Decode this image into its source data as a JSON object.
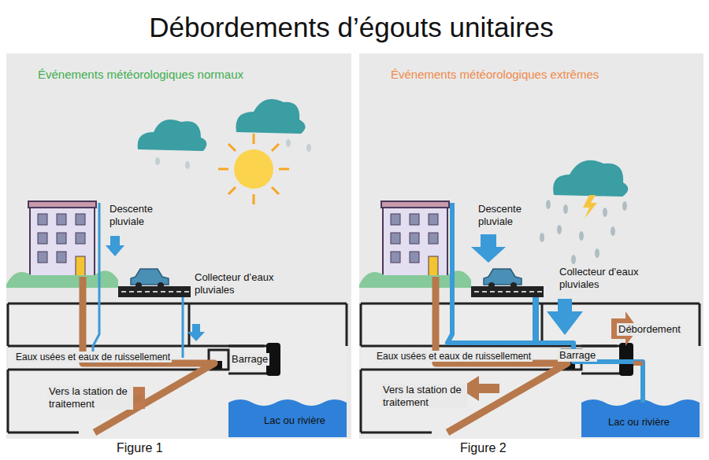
{
  "diagram": {
    "title": "Débordements d’égouts unitaires",
    "nodes": [
      {
        "text": [
          "Événements météorologiques normaux",
          "Figure 1"
        ]
      },
      {
        "text": [
          "Événements météorologiques extrêmes",
          "Figure 2"
        ]
      }
    ],
    "labels": [
      "Descente pluviale",
      "Collecteur d’eaux pluviales",
      "Eaux usées et eaux de ruissellement",
      "Barrage",
      "Vers la station de traitement",
      "Lac ou rivière",
      "Descente pluviale",
      "Collecteur d’eaux pluviales",
      "Débordement",
      "Eaux usées et eaux de ruissellement",
      "Barrage",
      "Vers la station de traitement",
      "Lac ou rivière"
    ]
  }
}
